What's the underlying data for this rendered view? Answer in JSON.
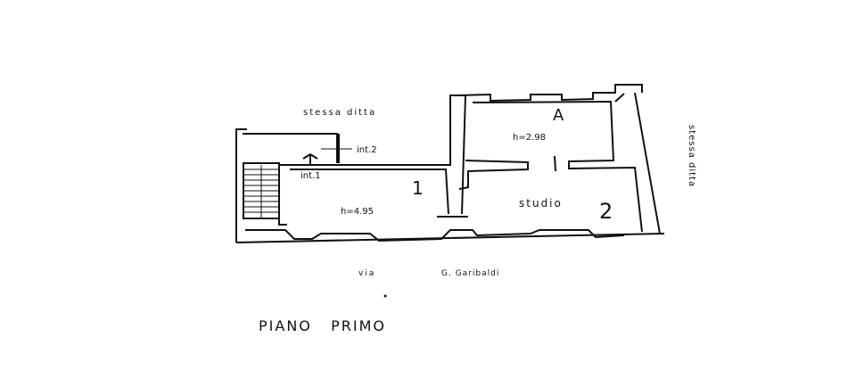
{
  "plan": {
    "neighbor_top": "stessa ditta",
    "neighbor_right": "stessa ditta",
    "int2": "int.2",
    "int1": "int.1",
    "room_a_label": "A",
    "room_a_height": "h=2.98",
    "room_1_label": "1",
    "room_1_height": "h=4.95",
    "room_2_name": "studio",
    "room_2_label": "2",
    "street_prefix": "via",
    "street_name": "G. Garibaldi",
    "floor_title": "PIANO   PRIMO"
  }
}
